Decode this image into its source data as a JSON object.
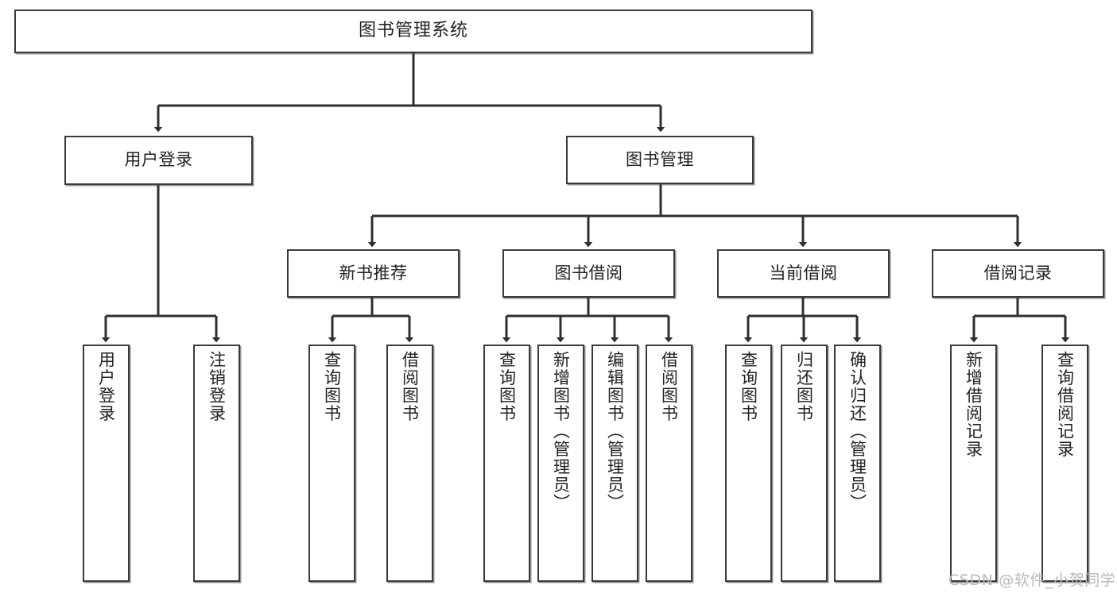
{
  "diagram": {
    "title": "图书管理系统",
    "type": "tree-hierarchy-chart",
    "watermark": "CSDN @软件_小贺同学",
    "colors": {
      "stroke": "#3a3a3a",
      "fill": "#ffffff",
      "text": "#222222",
      "watermark": "#b9b9b9"
    },
    "root": {
      "label": "图书管理系统"
    },
    "level2": [
      {
        "label": "用户登录"
      },
      {
        "label": "图书管理"
      }
    ],
    "level3": [
      {
        "label": "新书推荐"
      },
      {
        "label": "图书借阅"
      },
      {
        "label": "当前借阅"
      },
      {
        "label": "借阅记录"
      }
    ],
    "leaves": {
      "user_login": [
        {
          "label": "用户登录"
        },
        {
          "label": "注销登录"
        }
      ],
      "new_book_recommend": [
        {
          "label": "查询图书"
        },
        {
          "label": "借阅图书"
        }
      ],
      "book_borrow": [
        {
          "label": "查询图书"
        },
        {
          "label": "新增图书（管理员）"
        },
        {
          "label": "编辑图书（管理员）"
        },
        {
          "label": "借阅图书"
        }
      ],
      "current_borrow": [
        {
          "label": "查询图书"
        },
        {
          "label": "归还图书"
        },
        {
          "label": "确认归还（管理员）"
        }
      ],
      "borrow_record": [
        {
          "label": "新增借阅记录"
        },
        {
          "label": "查询借阅记录"
        }
      ]
    }
  }
}
